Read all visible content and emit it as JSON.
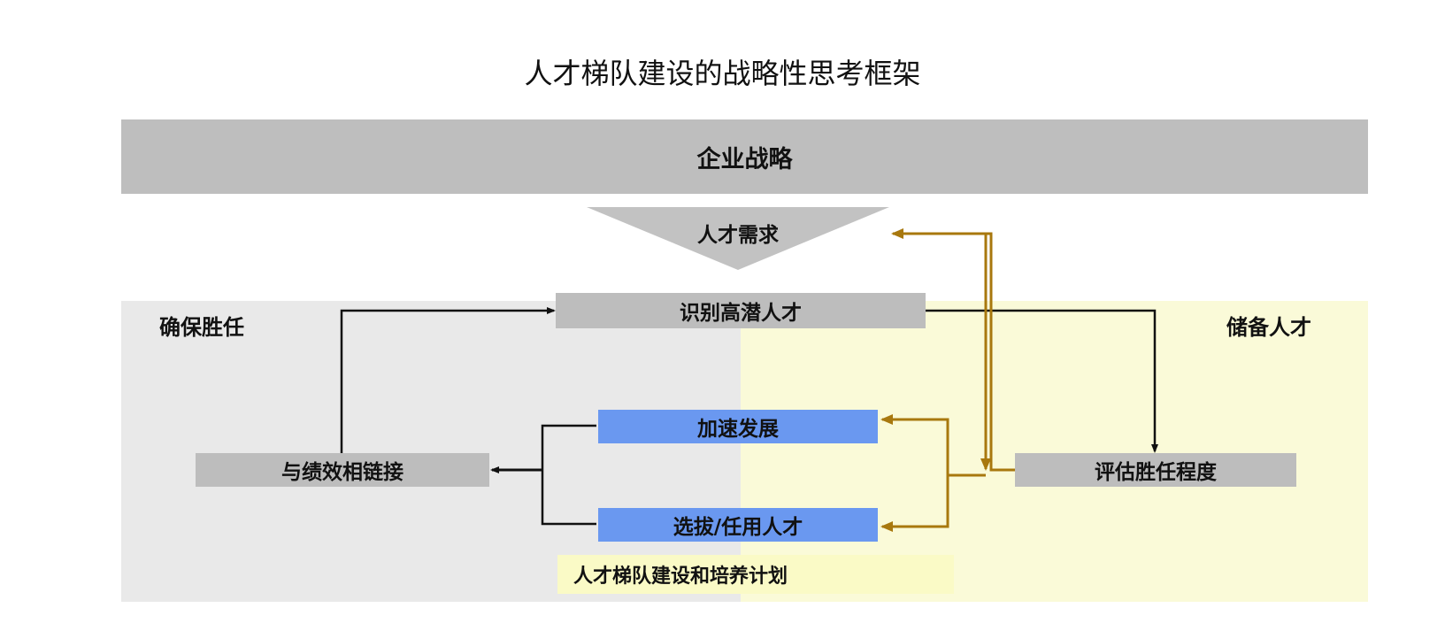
{
  "title": "人才梯队建设的战略性思考框架",
  "top_banner": "企业战略",
  "funnel_label": "人才需求",
  "section_left": "确保胜任",
  "section_right": "储备人才",
  "nodes": {
    "identify": "识别高潜人才",
    "accelerate": "加速发展",
    "select": "选拔/任用人才",
    "performance_link": "与绩效相链接",
    "assess": "评估胜任程度",
    "plan": "人才梯队建设和培养计划"
  },
  "colors": {
    "banner_gray": "#bebebe",
    "box_gray": "#bdbdbd",
    "box_blue": "#6a98f0",
    "left_panel": "#e9e9e9",
    "right_panel": "#fafad8",
    "plan_box": "#fafac6",
    "gold_arrow": "#a8780e",
    "black_arrow": "#111111"
  }
}
